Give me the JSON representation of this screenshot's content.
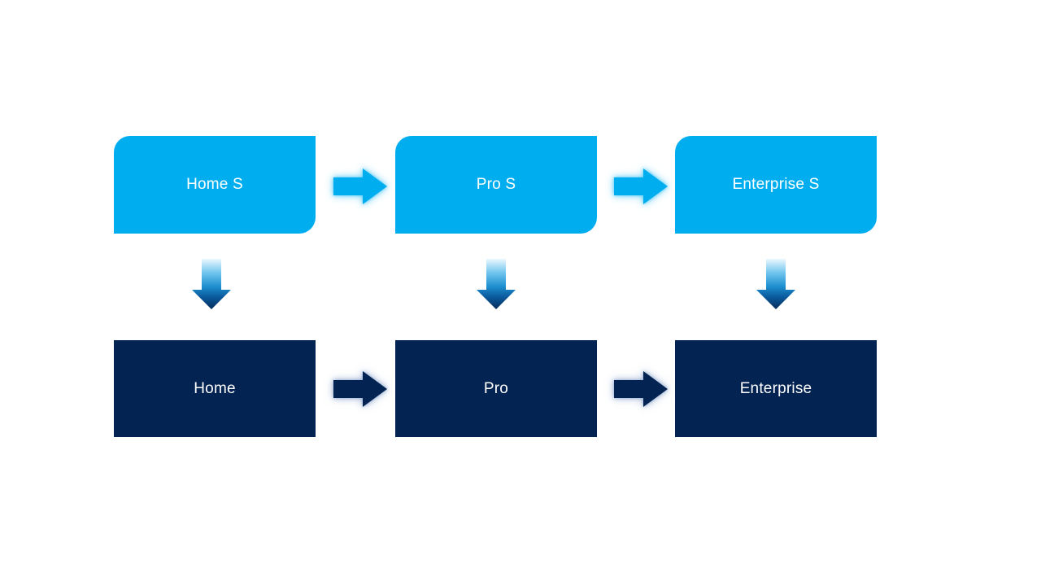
{
  "diagram": {
    "type": "flow",
    "background_color": "#ffffff",
    "colors": {
      "light_blue": "#00AEEF",
      "navy": "#032453",
      "text": "#ffffff",
      "down_arrow_gradient_top": "#ECF8FE",
      "down_arrow_gradient_bottom": "#062C5C",
      "top_arrow_glow": "#50C8F7",
      "bottom_arrow_glow": "#8CA5CD"
    },
    "rows": [
      {
        "name": "top-row",
        "nodes": [
          {
            "label": "Home S"
          },
          {
            "label": "Pro S"
          },
          {
            "label": "Enterprise S"
          }
        ]
      },
      {
        "name": "bottom-row",
        "nodes": [
          {
            "label": "Home"
          },
          {
            "label": "Pro"
          },
          {
            "label": "Enterprise"
          }
        ]
      }
    ],
    "connections": {
      "horizontal": [
        {
          "from": "Home S",
          "to": "Pro S"
        },
        {
          "from": "Pro S",
          "to": "Enterprise S"
        },
        {
          "from": "Home",
          "to": "Pro"
        },
        {
          "from": "Pro",
          "to": "Enterprise"
        }
      ],
      "vertical": [
        {
          "from": "Home S",
          "to": "Home"
        },
        {
          "from": "Pro S",
          "to": "Pro"
        },
        {
          "from": "Enterprise S",
          "to": "Enterprise"
        }
      ]
    }
  }
}
